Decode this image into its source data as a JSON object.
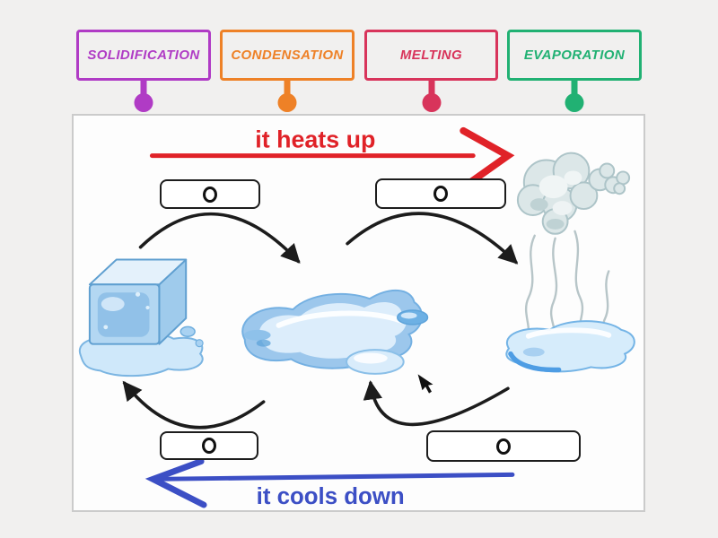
{
  "labels": [
    {
      "text": "SOLIDIFICATION",
      "color": "#b03bc5"
    },
    {
      "text": "CONDENSATION",
      "color": "#ee8127"
    },
    {
      "text": "MELTING",
      "color": "#d8345b"
    },
    {
      "text": "EVAPORATION",
      "color": "#21b173"
    }
  ],
  "diagram": {
    "heat_label": "it heats up",
    "heat_color": "#e02228",
    "cool_label": "it cools down",
    "cool_color": "#3c4fc5",
    "arrow_color": "#1c1c1c",
    "zones": [
      {
        "position": "top-left"
      },
      {
        "position": "top-right"
      },
      {
        "position": "bottom-left"
      },
      {
        "position": "bottom-right"
      }
    ],
    "illustrations": [
      "ice-cube",
      "water-puddle",
      "steam-cloud",
      "evaporating-puddle",
      "mouse-cursor"
    ]
  }
}
